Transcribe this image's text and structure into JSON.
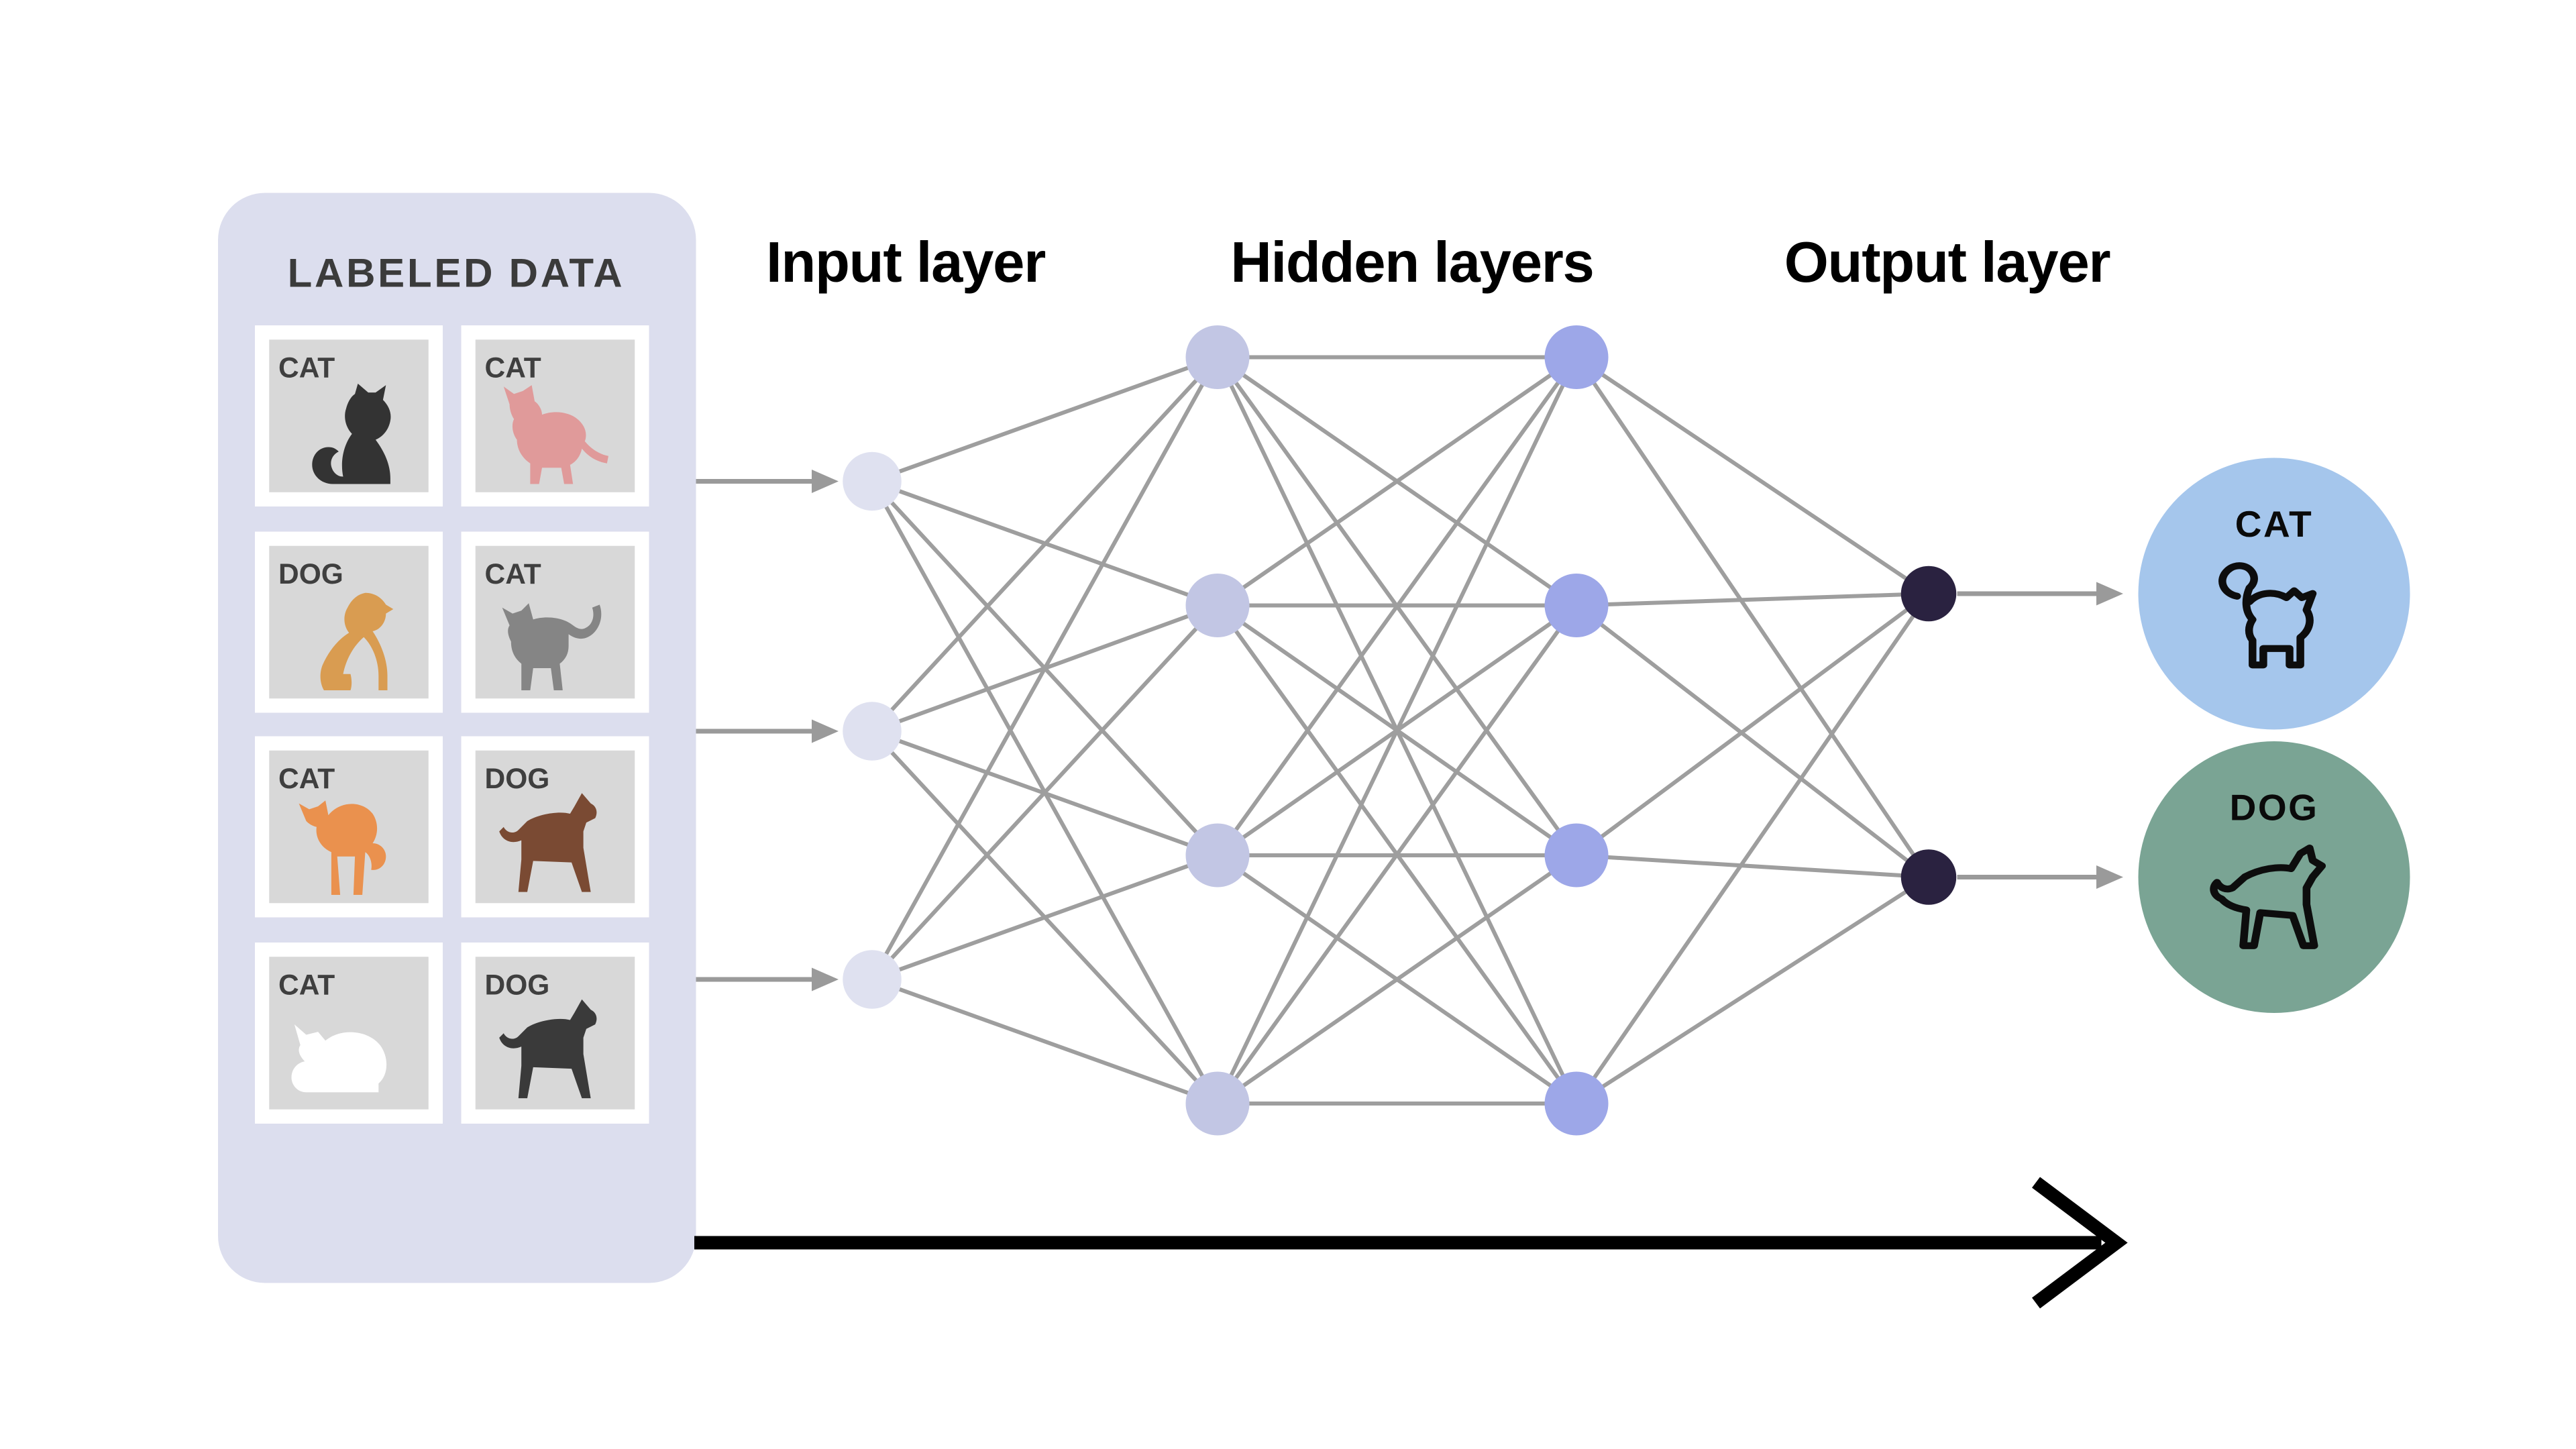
{
  "panel": {
    "title": "LABELED DATA",
    "background": "#dcdeee",
    "tile_background": "#ffffff",
    "tile_image_background": "#d8d8d8",
    "tile_label_color": "#3f3f3f",
    "tiles": [
      {
        "label": "CAT",
        "icon": "cat-sitting",
        "color": "#333333"
      },
      {
        "label": "CAT",
        "icon": "cat-walking-tail-down",
        "color": "#e09a9a"
      },
      {
        "label": "DOG",
        "icon": "dog-sitting",
        "color": "#d99c51"
      },
      {
        "label": "CAT",
        "icon": "cat-walking-tail-up",
        "color": "#858585"
      },
      {
        "label": "CAT",
        "icon": "cat-arched",
        "color": "#ea914e"
      },
      {
        "label": "DOG",
        "icon": "dog-standing",
        "color": "#7a4a33"
      },
      {
        "label": "CAT",
        "icon": "cat-lying",
        "color": "#ffffff"
      },
      {
        "label": "DOG",
        "icon": "dog-standing",
        "color": "#3a3a3a"
      }
    ]
  },
  "network": {
    "input_label": "Input layer",
    "hidden_label": "Hidden layers",
    "output_label": "Output layer",
    "edge_color": "#9e9e9e",
    "feed_arrow_color": "#9a9a9a",
    "layers": [
      {
        "name": "input",
        "count": 3,
        "color": "#dfe1f0"
      },
      {
        "name": "hidden-1",
        "count": 4,
        "color": "#c2c6e4"
      },
      {
        "name": "hidden-2",
        "count": 4,
        "color": "#9da7e8"
      },
      {
        "name": "output",
        "count": 2,
        "color": "#2a2240"
      }
    ]
  },
  "results": [
    {
      "label": "CAT",
      "color": "#a5c6ec",
      "icon": "cat-outline",
      "icon_color": "#0d0d0d"
    },
    {
      "label": "DOG",
      "color": "#7aa494",
      "icon": "dog-outline",
      "icon_color": "#0d0d0d"
    }
  ],
  "flow_arrow": {
    "color": "#000000"
  }
}
